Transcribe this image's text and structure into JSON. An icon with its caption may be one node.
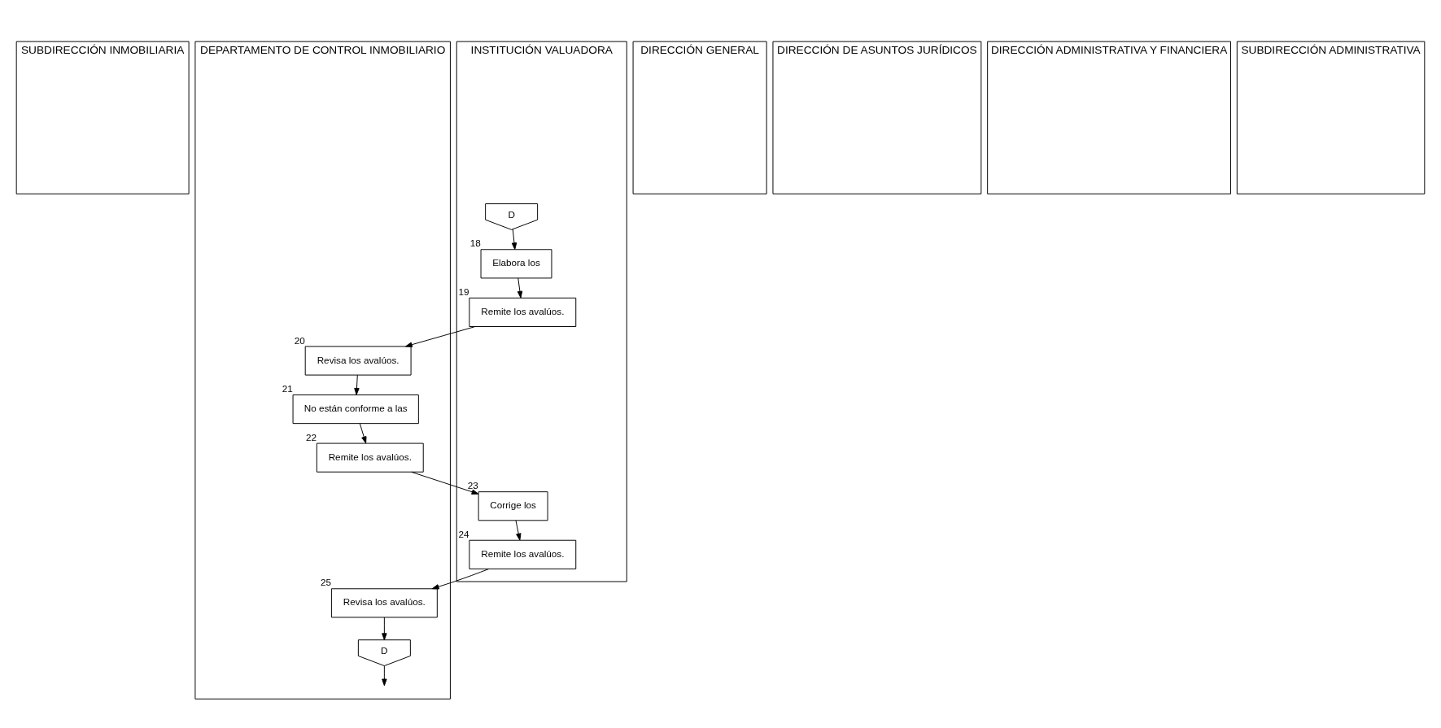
{
  "diagram": {
    "nodes": [
      {
        "text": [
          "SUBDIRECCIÓN INMOBILIARIA"
        ]
      },
      {
        "text": [
          "DEPARTAMENTO DE CONTROL INMOBILIARIO"
        ]
      },
      {
        "text": [
          "DIRECCIÓN GENERAL"
        ]
      },
      {
        "text": [
          "DIRECCIÓN DE ASUNTOS JURÍDICOS"
        ]
      },
      {
        "text": [
          "DIRECCIÓN ADMINISTRATIVA Y FINANCIERA"
        ]
      },
      {
        "text": [
          "SUBDIRECCIÓN ADMINISTRATIVA"
        ]
      },
      {
        "text": [
          "INSTITUCIÓN VALUADORA"
        ]
      },
      {
        "text": [
          "D"
        ],
        "in": 6
      },
      {
        "text": [
          "Elabora los"
        ],
        "beside": [
          "18"
        ],
        "in": 6
      },
      {
        "text": [
          "Remite los avalúos."
        ],
        "beside": [
          "19"
        ],
        "in": 6
      },
      {
        "text": [
          "Revisa los avalúos."
        ],
        "beside": [
          "20"
        ],
        "in": 1
      },
      {
        "text": [
          "No están conforme a las"
        ],
        "beside": [
          "21"
        ],
        "in": 1
      },
      {
        "text": [
          "Remite los avalúos."
        ],
        "beside": [
          "22"
        ],
        "in": 1
      },
      {
        "text": [
          "Corrige los"
        ],
        "beside": [
          "23"
        ],
        "in": 6
      },
      {
        "text": [
          "Remite los avalúos."
        ],
        "beside": [
          "24"
        ],
        "in": 6
      },
      {
        "text": [
          "Revisa los avalúos."
        ],
        "beside": [
          "25"
        ],
        "in": 1
      },
      {
        "text": [
          "D"
        ],
        "in": 1
      }
    ],
    "edges": [
      {
        "from": 7,
        "to": 8,
        "arrow": "to"
      },
      {
        "from": 8,
        "to": 9,
        "arrow": "to"
      },
      {
        "from": 9,
        "to": 10,
        "arrow": "to"
      },
      {
        "from": 10,
        "to": 11,
        "arrow": "to"
      },
      {
        "from": 11,
        "to": 12,
        "arrow": "to"
      },
      {
        "from": 12,
        "to": 13,
        "arrow": "to"
      },
      {
        "from": 13,
        "to": 14,
        "arrow": "to"
      },
      {
        "from": 14,
        "to": 15,
        "arrow": "to"
      },
      {
        "from": 15,
        "to": 16,
        "arrow": "to"
      },
      {
        "from": 16,
        "to": null,
        "arrow": "to"
      }
    ]
  }
}
